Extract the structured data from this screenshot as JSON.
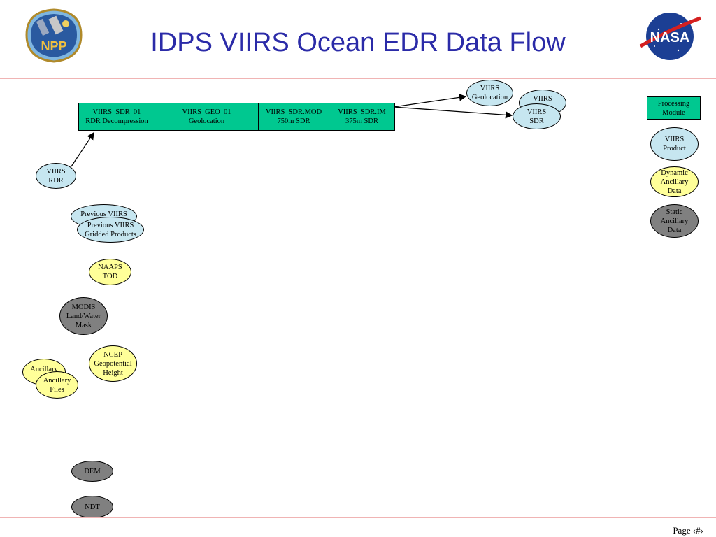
{
  "title": "IDPS VIIRS Ocean EDR Data Flow",
  "logos": {
    "left": "NPP",
    "right": "NASA"
  },
  "processing_chain": [
    {
      "label": "VIIRS_SDR_01\nRDR Decompression"
    },
    {
      "label": "VIIRS_GEO_01\nGeolocation"
    },
    {
      "label": "VIIRS_SDR.MOD\n750m SDR"
    },
    {
      "label": "VIIRS_SDR.IM\n375m SDR"
    }
  ],
  "outputs": {
    "geolocation": "VIIRS\nGeolocation",
    "sdr_back": "VIIRS",
    "sdr_front": "VIIRS\nSDR"
  },
  "inputs": {
    "rdr": "VIIRS\nRDR",
    "previous_back": "Previous VIIRS",
    "previous_front": "Previous VIIRS\nGridded Products",
    "naaps": "NAAPS\nTOD",
    "modis": "MODIS\nLand/Water\nMask",
    "ncep": "NCEP\nGeopotential\nHeight",
    "ancillary_back": "Ancillary",
    "ancillary_front": "Ancillary\nFiles",
    "dem": "DEM",
    "ndt": "NDT"
  },
  "legend": {
    "processing_module": "Processing\nModule",
    "viirs_product": "VIIRS\nProduct",
    "dynamic": "Dynamic\nAncillary\nData",
    "static": "Static\nAncillary\nData"
  },
  "footer": {
    "page": "Page ‹#›"
  },
  "colors": {
    "title": "#2b2ba8",
    "module": "#00c890",
    "product": "#c6e6f0",
    "dynamic_ancillary": "#ffff99",
    "static_ancillary": "#808080",
    "rule": "#f0b4b4"
  }
}
